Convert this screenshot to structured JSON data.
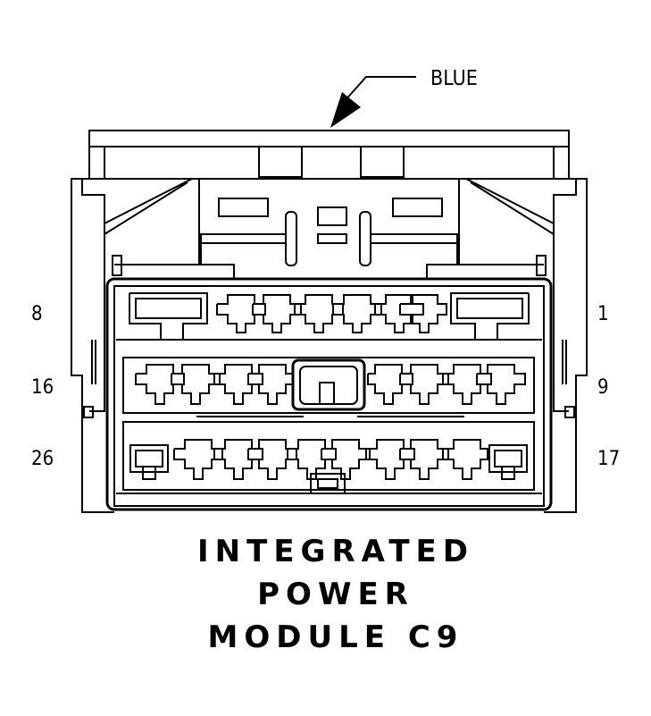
{
  "callout": {
    "text": "BLUE"
  },
  "pin_labels": {
    "row1_left": "8",
    "row1_right": "1",
    "row2_left": "16",
    "row2_right": "9",
    "row3_left": "26",
    "row3_right": "17"
  },
  "title": {
    "line1": "INTEGRATED",
    "line2": "POWER",
    "line3": "MODULE C9"
  },
  "colors": {
    "line": "#000000",
    "background": "#ffffff"
  }
}
